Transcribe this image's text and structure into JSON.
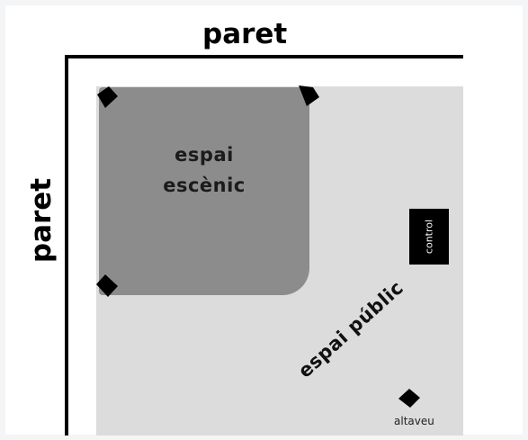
{
  "walls": {
    "top_label": "paret",
    "left_label": "paret"
  },
  "areas": {
    "stage_line1": "espai",
    "stage_line2": "escènic",
    "public_label": "espai públic"
  },
  "control": {
    "label": "control"
  },
  "speaker": {
    "label": "altaveu",
    "icon": "speaker-icon"
  },
  "colors": {
    "wall": "#000000",
    "stage_area": "#8c8c8c",
    "public_area": "#dcdcdc",
    "control_box": "#000000"
  }
}
